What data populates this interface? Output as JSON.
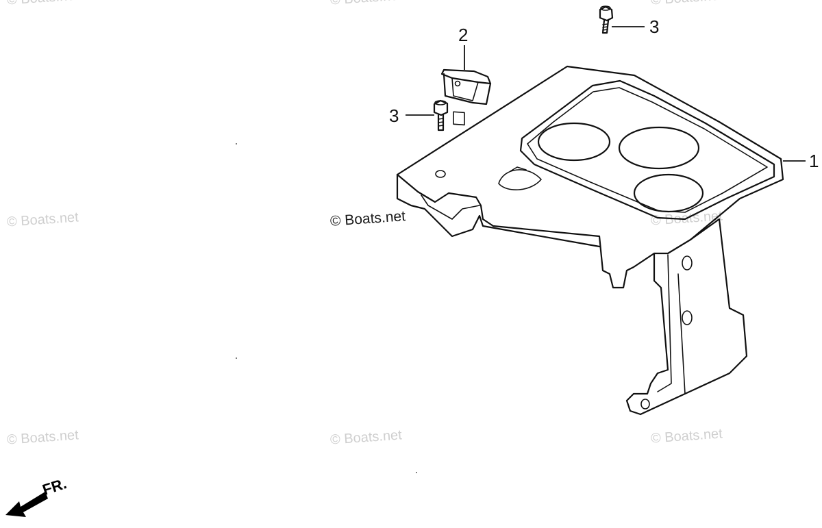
{
  "watermarks": {
    "text": "© Boats.net",
    "center_text": "© Boats.net"
  },
  "callouts": {
    "part1": "1",
    "part2": "2",
    "part3_top": "3",
    "part3_left": "3"
  },
  "direction": {
    "label": "FR."
  }
}
